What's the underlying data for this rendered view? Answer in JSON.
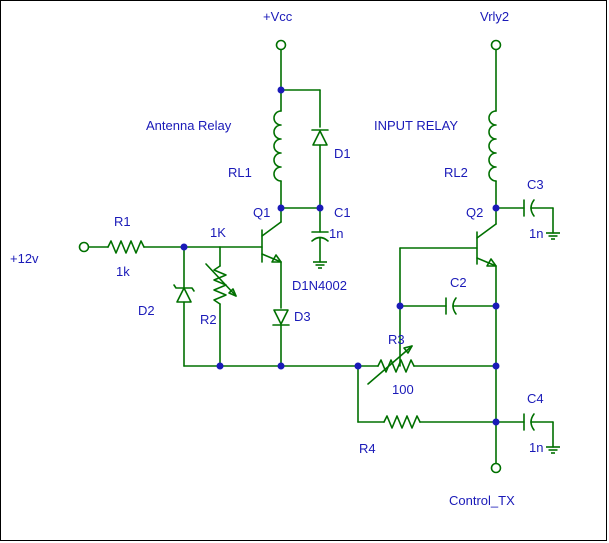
{
  "labels": {
    "vcc": "+Vcc",
    "vrly2": "Vrly2",
    "antenna_relay": "Antenna Relay",
    "input_relay": "INPUT RELAY",
    "rl1": "RL1",
    "rl2": "RL2",
    "d1": "D1",
    "c1": "C1",
    "c1_val": "1n",
    "q1": "Q1",
    "q2": "Q2",
    "c3": "C3",
    "c3_val": "1n",
    "r1": "R1",
    "r1_val": "1k",
    "plus12v": "+12v",
    "r2_val": "1K",
    "d2": "D2",
    "r2": "R2",
    "d1_part": "D1N4002",
    "d3": "D3",
    "c2": "C2",
    "r3": "R3",
    "r3_val": "100",
    "c4": "C4",
    "c4_val": "1n",
    "r4": "R4",
    "control_tx": "Control_TX"
  },
  "colors": {
    "wire": "#007000",
    "text": "#1a1ab8",
    "junction": "#1a1ab8",
    "background": "#ffffff",
    "border": "#000000"
  }
}
